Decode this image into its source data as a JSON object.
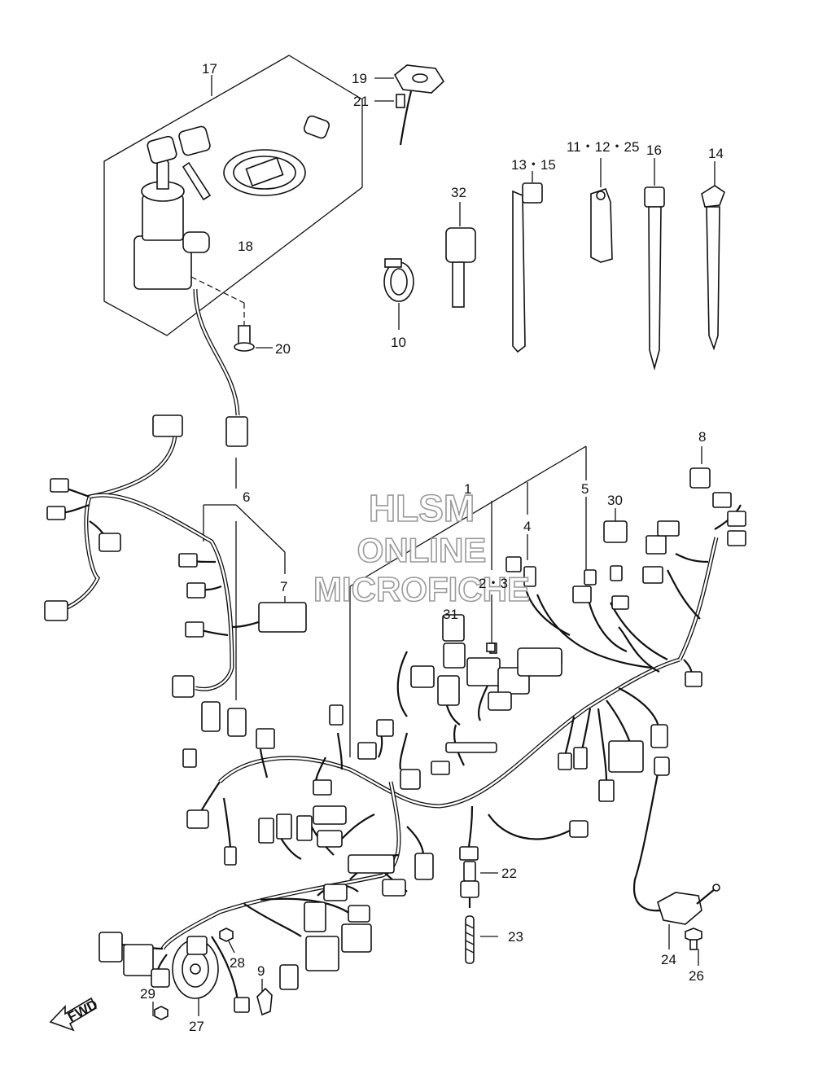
{
  "watermark": {
    "line1": "HLSM",
    "line2": "ONLINE",
    "line3": "MICROFICHE"
  },
  "fwd_label": "FWD",
  "callouts": [
    {
      "id": "c17",
      "text": "17"
    },
    {
      "id": "c18",
      "text": "18"
    },
    {
      "id": "c19",
      "text": "19"
    },
    {
      "id": "c20",
      "text": "20"
    },
    {
      "id": "c21",
      "text": "21"
    },
    {
      "id": "c32",
      "text": "32"
    },
    {
      "id": "c10",
      "text": "10"
    },
    {
      "id": "c13",
      "text": "13・15"
    },
    {
      "id": "c11",
      "text": "11・12・25"
    },
    {
      "id": "c16",
      "text": "16"
    },
    {
      "id": "c14",
      "text": "14"
    },
    {
      "id": "c8",
      "text": "8"
    },
    {
      "id": "c1",
      "text": "1"
    },
    {
      "id": "c4",
      "text": "4"
    },
    {
      "id": "c5",
      "text": "5"
    },
    {
      "id": "c30",
      "text": "30"
    },
    {
      "id": "c6",
      "text": "6"
    },
    {
      "id": "c7",
      "text": "7"
    },
    {
      "id": "c23b",
      "text": "2・3"
    },
    {
      "id": "c31",
      "text": "31"
    },
    {
      "id": "c22",
      "text": "22"
    },
    {
      "id": "c23",
      "text": "23"
    },
    {
      "id": "c24",
      "text": "24"
    },
    {
      "id": "c26",
      "text": "26"
    },
    {
      "id": "c28",
      "text": "28"
    },
    {
      "id": "c9",
      "text": "9"
    },
    {
      "id": "c29",
      "text": "29"
    },
    {
      "id": "c27",
      "text": "27"
    }
  ]
}
